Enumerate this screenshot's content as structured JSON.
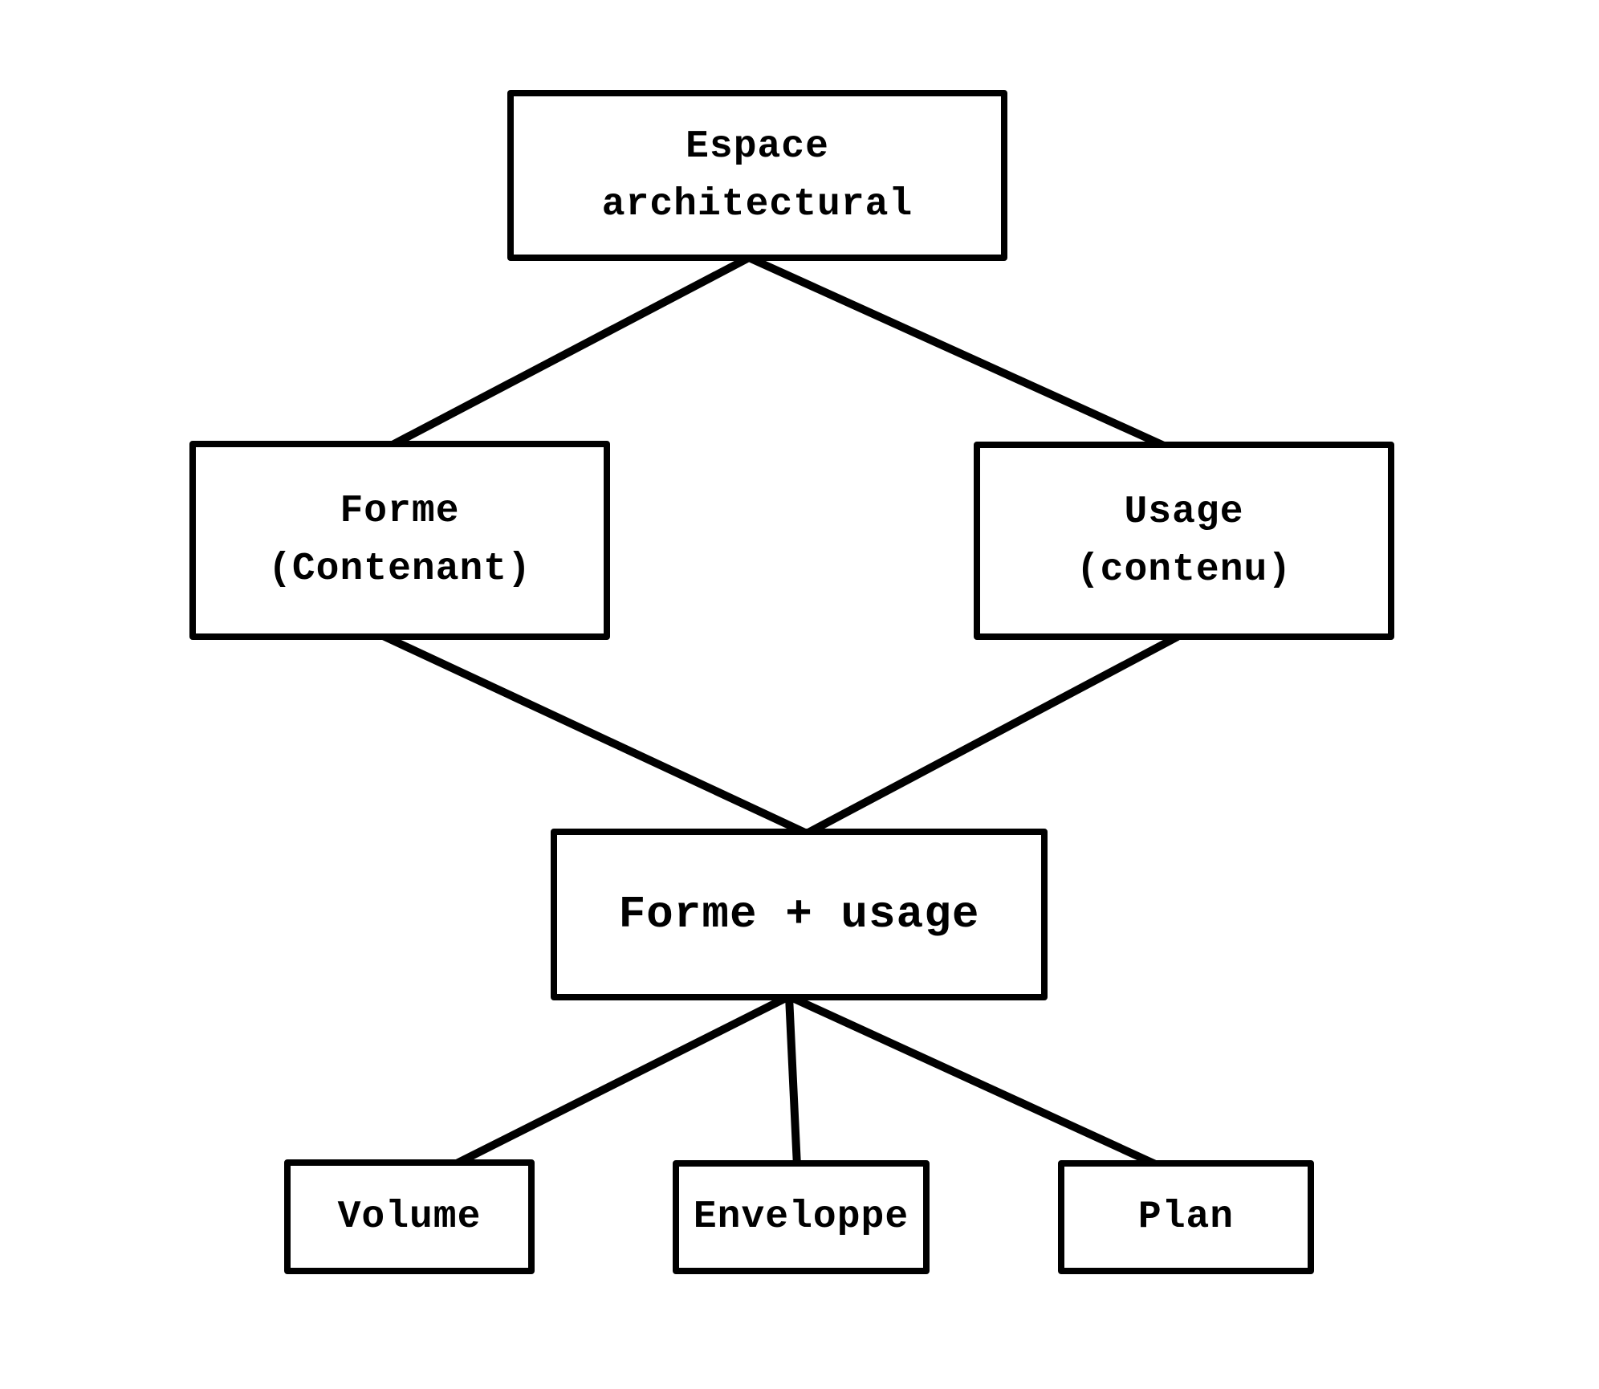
{
  "diagram": {
    "background_color": "#ffffff",
    "stroke_color": "#000000",
    "nodes": {
      "espace": {
        "id": "espace",
        "lines": [
          "Espace",
          "architectural"
        ]
      },
      "forme": {
        "id": "forme",
        "lines": [
          "Forme",
          "(Contenant)"
        ]
      },
      "usage": {
        "id": "usage",
        "lines": [
          "Usage",
          "(contenu)"
        ]
      },
      "forme_usage": {
        "id": "forme_usage",
        "lines": [
          "Forme + usage"
        ]
      },
      "volume": {
        "id": "volume",
        "lines": [
          "Volume"
        ]
      },
      "enveloppe": {
        "id": "enveloppe",
        "lines": [
          "Enveloppe"
        ]
      },
      "plan": {
        "id": "plan",
        "lines": [
          "Plan"
        ]
      }
    },
    "edges": [
      {
        "from": "espace",
        "to": "forme"
      },
      {
        "from": "espace",
        "to": "usage"
      },
      {
        "from": "forme",
        "to": "forme_usage"
      },
      {
        "from": "usage",
        "to": "forme_usage"
      },
      {
        "from": "forme_usage",
        "to": "volume"
      },
      {
        "from": "forme_usage",
        "to": "enveloppe"
      },
      {
        "from": "forme_usage",
        "to": "plan"
      }
    ]
  }
}
